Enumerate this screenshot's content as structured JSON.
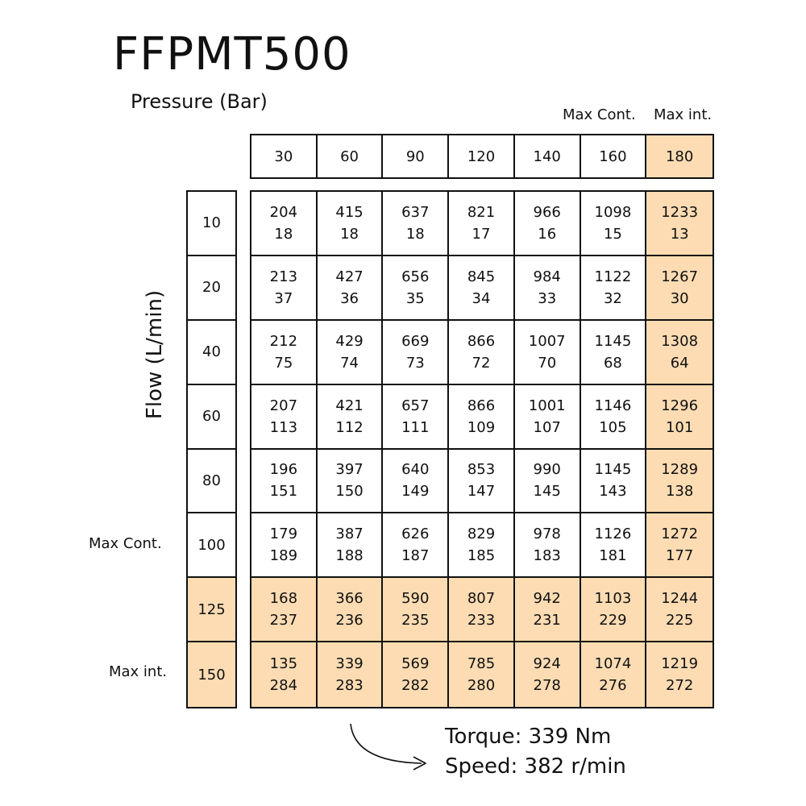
{
  "title": "FFPMT500",
  "pressure_label": "Pressure (Bar)",
  "flow_label": "Flow (L/min)",
  "annotations": {
    "max_cont_top": "Max Cont.",
    "max_int_top": "Max int.",
    "max_cont_side": "Max Cont.",
    "max_int_side": "Max int."
  },
  "colors": {
    "highlight": "#fddcb3",
    "border": "#111111"
  },
  "pressures": [
    "30",
    "60",
    "90",
    "120",
    "140",
    "160",
    "180"
  ],
  "flows": [
    "10",
    "20",
    "40",
    "60",
    "80",
    "100",
    "125",
    "150"
  ],
  "highlighted_pressure": "180",
  "highlighted_flows": [
    "125",
    "150"
  ],
  "rows": [
    {
      "flow": "10",
      "cells": [
        [
          "204",
          "18"
        ],
        [
          "415",
          "18"
        ],
        [
          "637",
          "18"
        ],
        [
          "821",
          "17"
        ],
        [
          "966",
          "16"
        ],
        [
          "1098",
          "15"
        ],
        [
          "1233",
          "13"
        ]
      ]
    },
    {
      "flow": "20",
      "cells": [
        [
          "213",
          "37"
        ],
        [
          "427",
          "36"
        ],
        [
          "656",
          "35"
        ],
        [
          "845",
          "34"
        ],
        [
          "984",
          "33"
        ],
        [
          "1122",
          "32"
        ],
        [
          "1267",
          "30"
        ]
      ]
    },
    {
      "flow": "40",
      "cells": [
        [
          "212",
          "75"
        ],
        [
          "429",
          "74"
        ],
        [
          "669",
          "73"
        ],
        [
          "866",
          "72"
        ],
        [
          "1007",
          "70"
        ],
        [
          "1145",
          "68"
        ],
        [
          "1308",
          "64"
        ]
      ]
    },
    {
      "flow": "60",
      "cells": [
        [
          "207",
          "113"
        ],
        [
          "421",
          "112"
        ],
        [
          "657",
          "111"
        ],
        [
          "866",
          "109"
        ],
        [
          "1001",
          "107"
        ],
        [
          "1146",
          "105"
        ],
        [
          "1296",
          "101"
        ]
      ]
    },
    {
      "flow": "80",
      "cells": [
        [
          "196",
          "151"
        ],
        [
          "397",
          "150"
        ],
        [
          "640",
          "149"
        ],
        [
          "853",
          "147"
        ],
        [
          "990",
          "145"
        ],
        [
          "1145",
          "143"
        ],
        [
          "1289",
          "138"
        ]
      ]
    },
    {
      "flow": "100",
      "cells": [
        [
          "179",
          "189"
        ],
        [
          "387",
          "188"
        ],
        [
          "626",
          "187"
        ],
        [
          "829",
          "185"
        ],
        [
          "978",
          "183"
        ],
        [
          "1126",
          "181"
        ],
        [
          "1272",
          "177"
        ]
      ]
    },
    {
      "flow": "125",
      "cells": [
        [
          "168",
          "237"
        ],
        [
          "366",
          "236"
        ],
        [
          "590",
          "235"
        ],
        [
          "807",
          "233"
        ],
        [
          "942",
          "231"
        ],
        [
          "1103",
          "229"
        ],
        [
          "1244",
          "225"
        ]
      ]
    },
    {
      "flow": "150",
      "cells": [
        [
          "135",
          "284"
        ],
        [
          "339",
          "283"
        ],
        [
          "569",
          "282"
        ],
        [
          "785",
          "280"
        ],
        [
          "924",
          "278"
        ],
        [
          "1074",
          "276"
        ],
        [
          "1219",
          "272"
        ]
      ]
    }
  ],
  "example": {
    "torque": "Torque: 339 Nm",
    "speed": "Speed: 382 r/min"
  }
}
